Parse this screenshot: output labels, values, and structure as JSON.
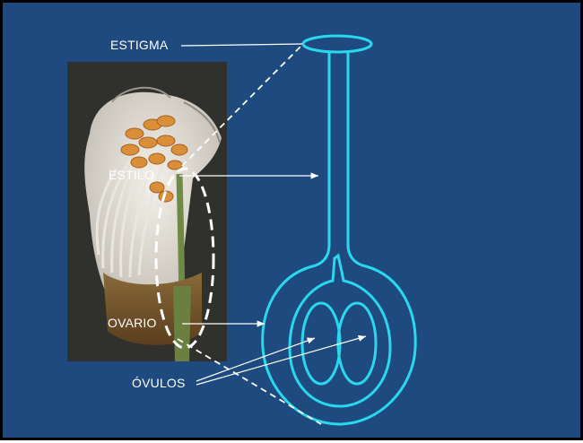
{
  "colors": {
    "background": "#1e4a80",
    "diagram_outline": "#2ad8ee",
    "label_text": "#ffffff",
    "dashed_lines": "#ffffff"
  },
  "photo": {
    "description_icon": "flower-cross-section-photo"
  },
  "labels": {
    "stigma": "ESTIGMA",
    "style": "ESTILO",
    "ovary": "OVARIO",
    "ovules": "ÓVULOS"
  }
}
